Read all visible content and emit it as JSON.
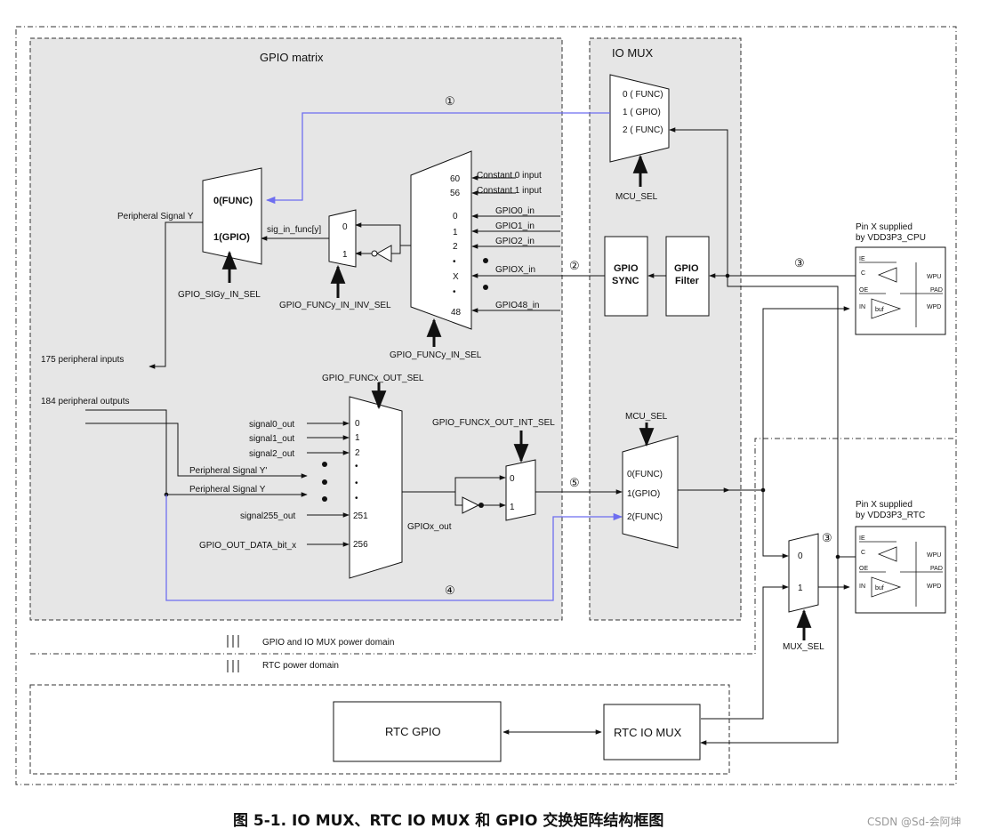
{
  "regions": {
    "gpio_matrix": "GPIO matrix",
    "io_mux": "IO MUX"
  },
  "circles": [
    "①",
    "②",
    "③",
    "④",
    "⑤"
  ],
  "input_mux": {
    "top": "0(FUNC)",
    "bottom": "1(GPIO)",
    "left_label": "Peripheral Signal Y",
    "sel": "GPIO_SIGy_IN_SEL"
  },
  "inv_mux": {
    "in0": "0",
    "in1": "1",
    "out_label": "sig_in_func[y]",
    "sel": "GPIO_FUNCy_IN_INV_SEL"
  },
  "big_in_mux": {
    "idx": [
      "60",
      "56",
      "0",
      "1",
      "2",
      "•",
      "X",
      "•",
      "48"
    ],
    "sel": "GPIO_FUNCy_IN_SEL"
  },
  "inputs": {
    "constant0": "Constant 0 input",
    "constant1": "Constant 1 input",
    "gpio0": "GPIO0_in",
    "gpio1": "GPIO1_in",
    "gpio2": "GPIO2_in",
    "gpiox": "GPIOX_in",
    "gpio48": "GPIO48_in"
  },
  "periph_inputs": "175 peripheral inputs",
  "periph_outputs": "184 peripheral outputs",
  "out_mux": {
    "sel": "GPIO_FUNCx_OUT_SEL",
    "idx": [
      "0",
      "1",
      "2",
      "•",
      "•",
      "•",
      "251",
      "256"
    ],
    "sig": [
      "signal0_out",
      "signal1_out",
      "signal2_out",
      "Peripheral Signal Y'",
      "Peripheral Signal Y",
      "signal255_out",
      "GPIO_OUT_DATA_bit_x"
    ]
  },
  "out_inv_mux": {
    "sel": "GPIO_FUNCX_OUT_INT_SEL",
    "in0": "0",
    "in1": "1",
    "out": "GPIOx_out"
  },
  "iomux_in": {
    "items": [
      "0 ( FUNC)",
      "1 ( GPIO)",
      "2 ( FUNC)"
    ],
    "sel": "MCU_SEL"
  },
  "iomux_out": {
    "items": [
      "0(FUNC)",
      "1(GPIO)",
      "2(FUNC)"
    ],
    "sel": "MCU_SEL"
  },
  "sync": [
    "GPIO",
    "SYNC"
  ],
  "filter": [
    "GPIO",
    "Filter"
  ],
  "pad_cpu": {
    "label1": "Pin X supplied",
    "label2": "by VDD3P3_CPU",
    "ie": "IE",
    "c": "C",
    "oe": "OE",
    "in": "IN",
    "buf": "buf",
    "wpu": "WPU",
    "pad": "PAD",
    "wpd": "WPD"
  },
  "pad_rtc": {
    "label1": "Pin X supplied",
    "label2": "by VDD3P3_RTC",
    "ie": "IE",
    "c": "C",
    "oe": "OE",
    "in": "IN",
    "buf": "buf",
    "wpu": "WPU",
    "pad": "PAD",
    "wpd": "WPD"
  },
  "rtc_mux": {
    "in0": "0",
    "in1": "1",
    "sel": "MUX_SEL"
  },
  "domains": {
    "gpio": "GPIO and IO MUX power domain",
    "rtc": "RTC power domain"
  },
  "rtc_gpio": "RTC GPIO",
  "rtc_io_mux": "RTC IO MUX",
  "caption": "图 5-1. IO MUX、RTC IO MUX 和 GPIO 交换矩阵结构框图",
  "watermark": "CSDN @Sd-会阿坤",
  "colors": {
    "blue_path": "#6e6ef0",
    "region_fill": "#e6e6e6"
  }
}
